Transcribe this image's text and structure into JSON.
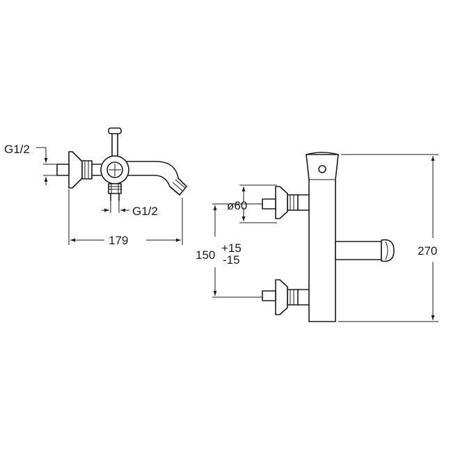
{
  "dimensions": {
    "inlet_thread_left": "G1/2",
    "outlet_thread_bottom": "G1/2",
    "overall_length": "179",
    "escutcheon_diameter": "ø60",
    "center_distance": "150",
    "center_distance_tol_plus": "+15",
    "center_distance_tol_minus": "-15",
    "overall_height": "270"
  },
  "colors": {
    "line": "#1a1a1a",
    "background": "#ffffff"
  }
}
